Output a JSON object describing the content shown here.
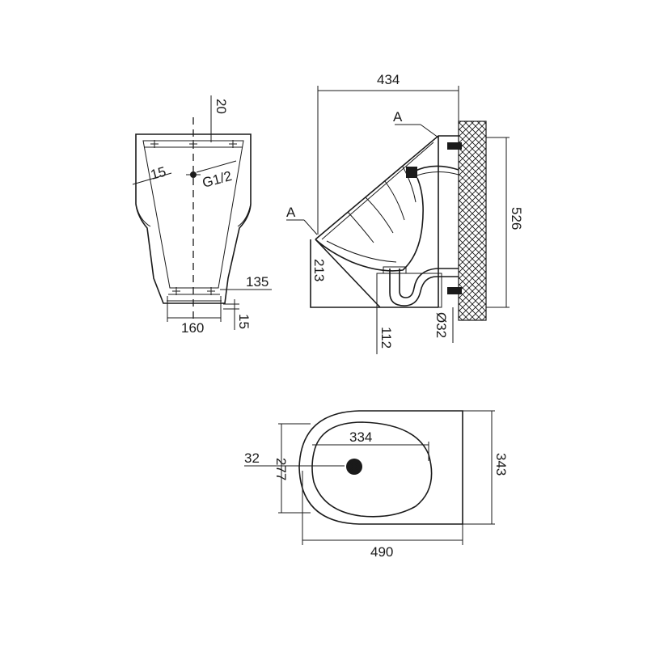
{
  "front_view": {
    "dim_top": "20",
    "dim_wall": "15",
    "label_inlet": "G1/2",
    "dim_bottom_right": "135",
    "dim_width": "160",
    "dim_bottom": "15"
  },
  "side_view": {
    "dim_depth": "434",
    "label_section_top": "A",
    "label_section_left": "A",
    "dim_height": "526",
    "dim_front_height": "213",
    "dim_outlet_offset": "112",
    "dim_outlet_diameter": "Ø32"
  },
  "top_view": {
    "dim_bowl": "334",
    "dim_drain": "32",
    "dim_inner_width": "277",
    "dim_outer_width": "343",
    "dim_length": "490"
  },
  "colors": {
    "line": "#1a1a1a",
    "background": "#ffffff",
    "wall_hatch": "#1a1a1a"
  }
}
